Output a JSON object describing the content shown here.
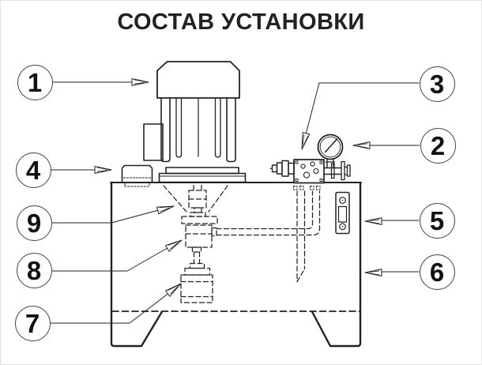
{
  "title": "СОСТАВ УСТАНОВКИ",
  "colors": {
    "line": "#222222",
    "background": "#ffffff",
    "callout_border": "#4a4a4a",
    "number_color": "#111111"
  },
  "callouts": [
    {
      "label": "1"
    },
    {
      "label": "2"
    },
    {
      "label": "3"
    },
    {
      "label": "4"
    },
    {
      "label": "5"
    },
    {
      "label": "6"
    },
    {
      "label": "7"
    },
    {
      "label": "8"
    },
    {
      "label": "9"
    }
  ]
}
